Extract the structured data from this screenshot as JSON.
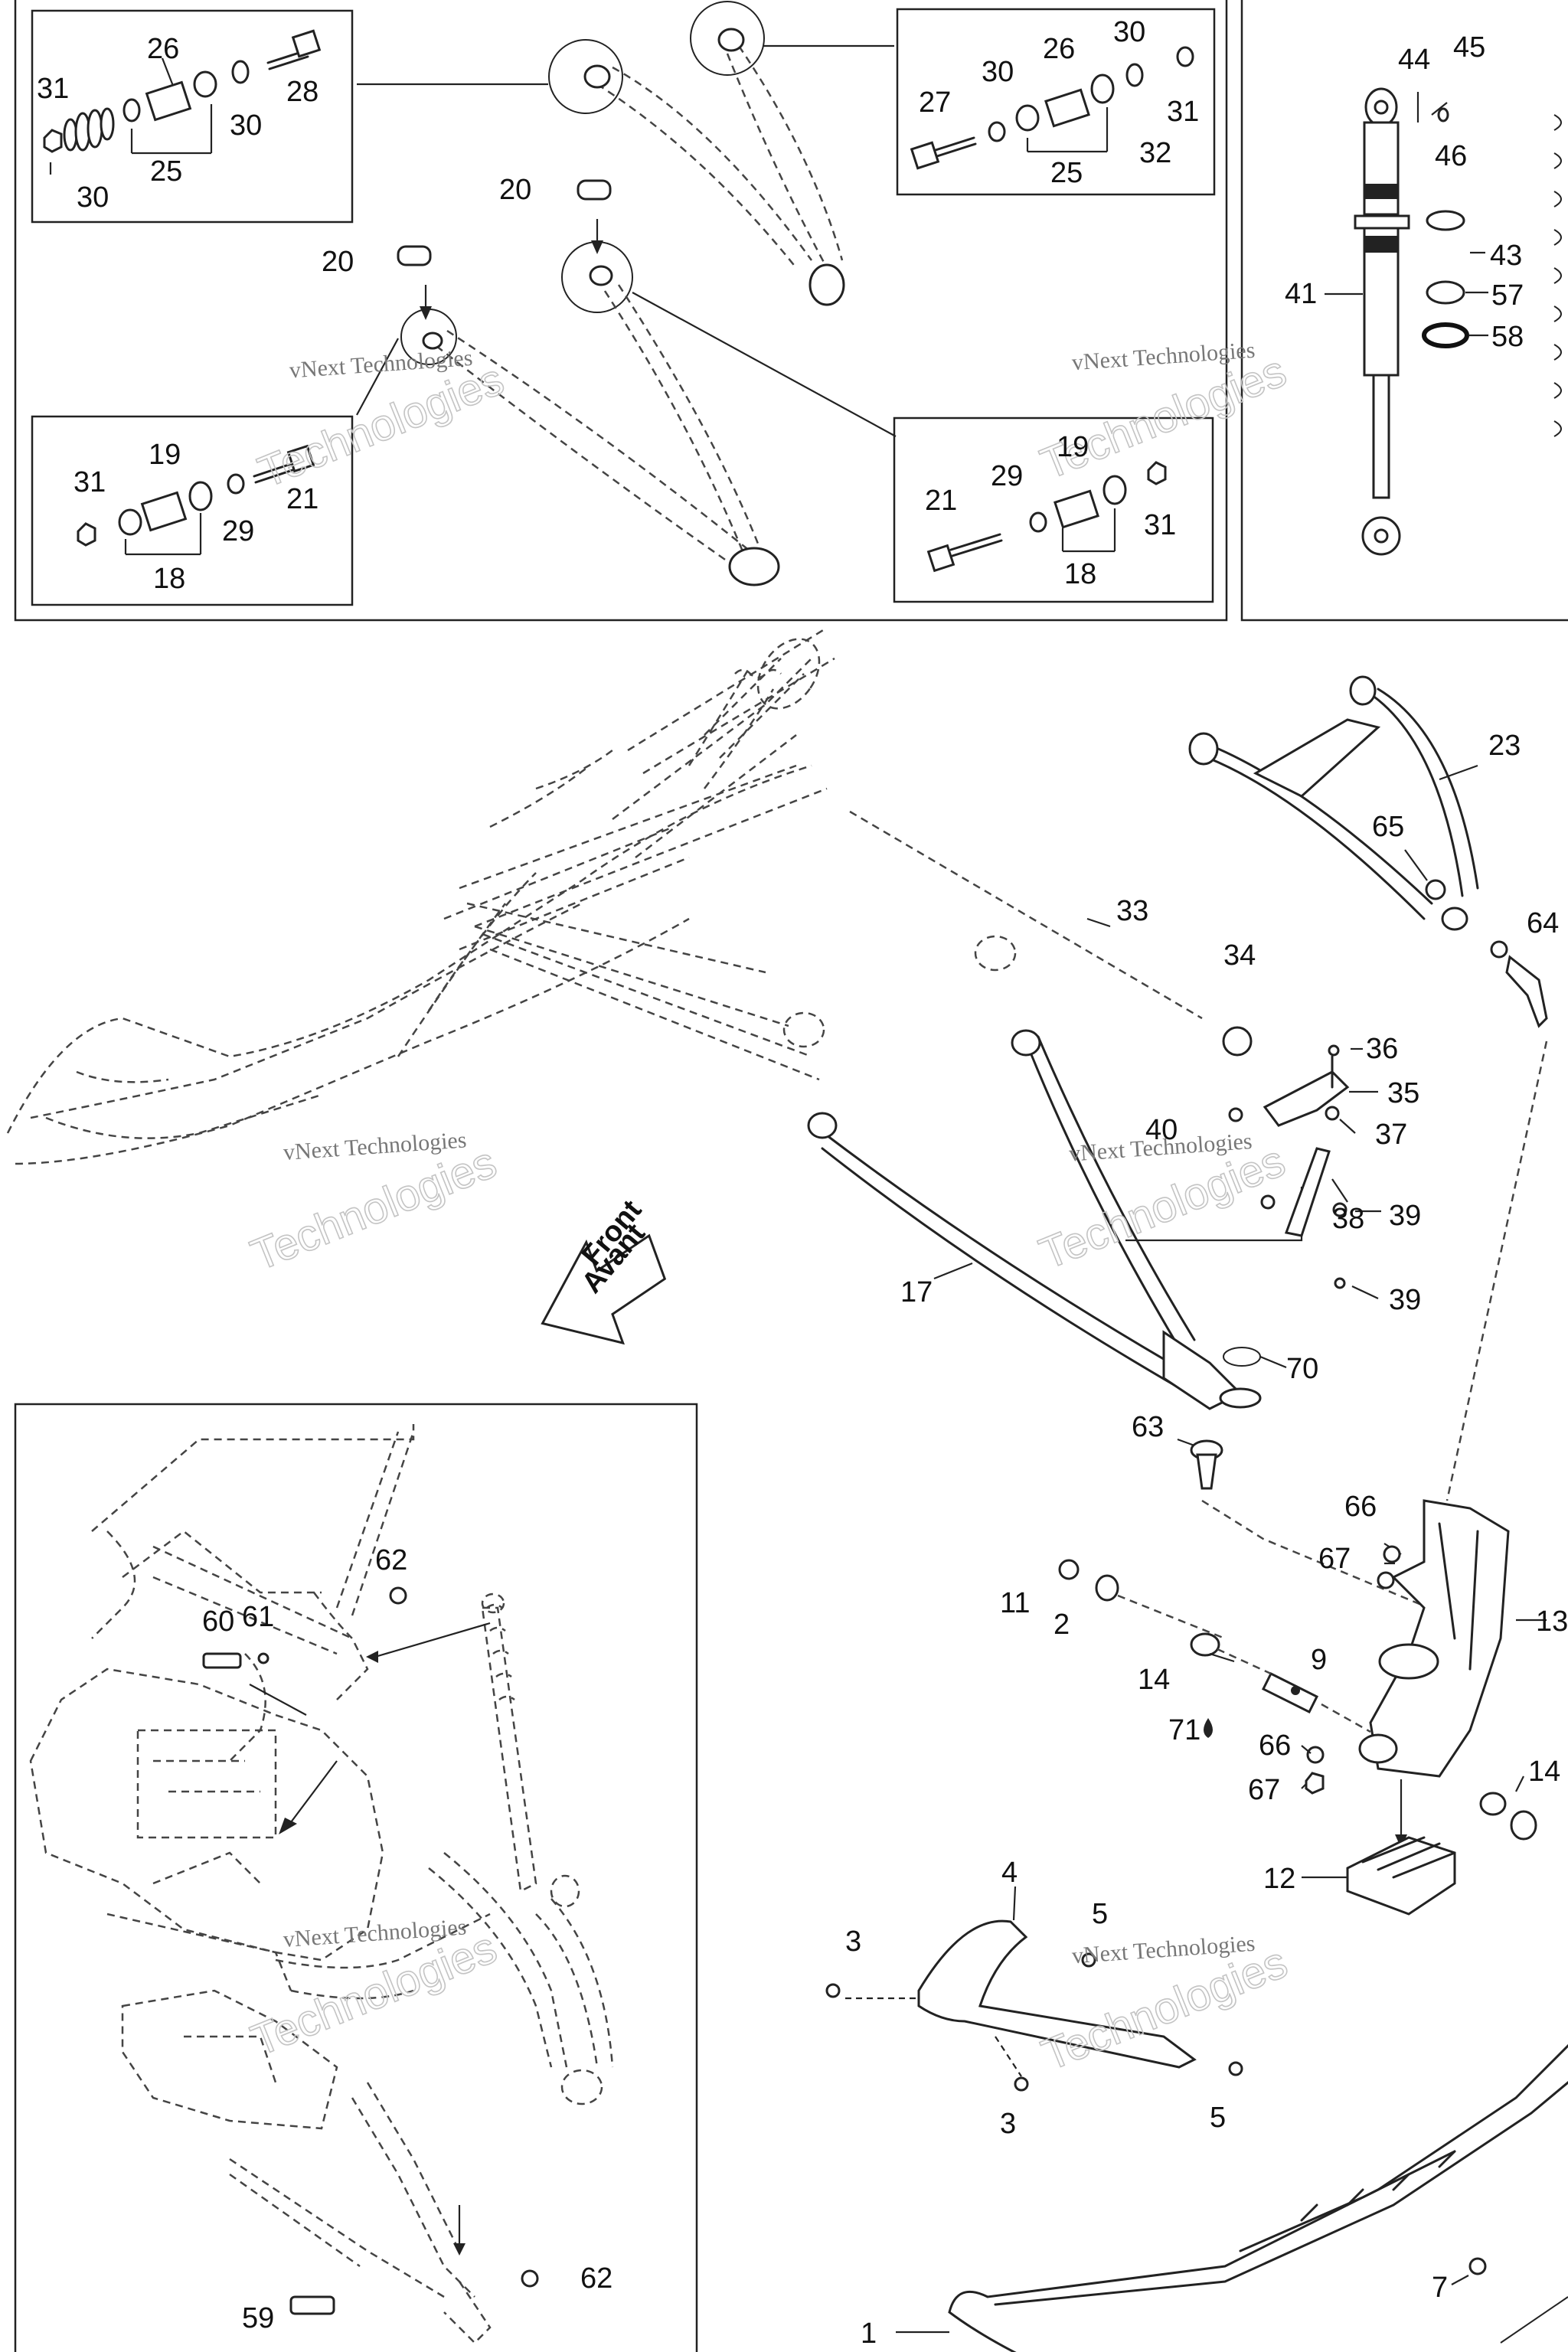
{
  "watermark": {
    "line1": "vNext Technologies",
    "line2": "Technologies"
  },
  "front_arrow": {
    "line1": "Front",
    "line2": "Avant"
  },
  "callouts": [
    {
      "id": "c31a",
      "text": "31"
    },
    {
      "id": "c26a",
      "text": "26"
    },
    {
      "id": "c28",
      "text": "28"
    },
    {
      "id": "c30a",
      "text": "30"
    },
    {
      "id": "c30b",
      "text": "30"
    },
    {
      "id": "c25a",
      "text": "25"
    },
    {
      "id": "c30c",
      "text": "30"
    },
    {
      "id": "c26b",
      "text": "26"
    },
    {
      "id": "c30d",
      "text": "30"
    },
    {
      "id": "c27",
      "text": "27"
    },
    {
      "id": "c31b",
      "text": "31"
    },
    {
      "id": "c32",
      "text": "32"
    },
    {
      "id": "c25b",
      "text": "25"
    },
    {
      "id": "c20a",
      "text": "20"
    },
    {
      "id": "c20b",
      "text": "20"
    },
    {
      "id": "c31c",
      "text": "31"
    },
    {
      "id": "c19a",
      "text": "19"
    },
    {
      "id": "c21a",
      "text": "21"
    },
    {
      "id": "c29a",
      "text": "29"
    },
    {
      "id": "c18a",
      "text": "18"
    },
    {
      "id": "c21b",
      "text": "21"
    },
    {
      "id": "c29b",
      "text": "29"
    },
    {
      "id": "c19b",
      "text": "19"
    },
    {
      "id": "c31d",
      "text": "31"
    },
    {
      "id": "c18b",
      "text": "18"
    },
    {
      "id": "c44",
      "text": "44"
    },
    {
      "id": "c45",
      "text": "45"
    },
    {
      "id": "c46",
      "text": "46"
    },
    {
      "id": "c43",
      "text": "43"
    },
    {
      "id": "c41",
      "text": "41"
    },
    {
      "id": "c57",
      "text": "57"
    },
    {
      "id": "c58",
      "text": "58"
    },
    {
      "id": "c23",
      "text": "23"
    },
    {
      "id": "c65",
      "text": "65"
    },
    {
      "id": "c64",
      "text": "64"
    },
    {
      "id": "c33",
      "text": "33"
    },
    {
      "id": "c34",
      "text": "34"
    },
    {
      "id": "c36",
      "text": "36"
    },
    {
      "id": "c35",
      "text": "35"
    },
    {
      "id": "c40",
      "text": "40"
    },
    {
      "id": "c37",
      "text": "37"
    },
    {
      "id": "c38",
      "text": "38"
    },
    {
      "id": "c39a",
      "text": "39"
    },
    {
      "id": "c39b",
      "text": "39"
    },
    {
      "id": "c17",
      "text": "17"
    },
    {
      "id": "c70",
      "text": "70"
    },
    {
      "id": "c63",
      "text": "63"
    },
    {
      "id": "c66a",
      "text": "66"
    },
    {
      "id": "c67a",
      "text": "67"
    },
    {
      "id": "c13",
      "text": "13"
    },
    {
      "id": "c11",
      "text": "11"
    },
    {
      "id": "c2",
      "text": "2"
    },
    {
      "id": "c14a",
      "text": "14"
    },
    {
      "id": "c9",
      "text": "9"
    },
    {
      "id": "c71",
      "text": "71"
    },
    {
      "id": "c66b",
      "text": "66"
    },
    {
      "id": "c67b",
      "text": "67"
    },
    {
      "id": "c14b",
      "text": "14"
    },
    {
      "id": "c12",
      "text": "12"
    },
    {
      "id": "c4",
      "text": "4"
    },
    {
      "id": "c5a",
      "text": "5"
    },
    {
      "id": "c3a",
      "text": "3"
    },
    {
      "id": "c3b",
      "text": "3"
    },
    {
      "id": "c5b",
      "text": "5"
    },
    {
      "id": "c1",
      "text": "1"
    },
    {
      "id": "c7",
      "text": "7"
    },
    {
      "id": "c62a",
      "text": "62"
    },
    {
      "id": "c60",
      "text": "60"
    },
    {
      "id": "c61",
      "text": "61"
    },
    {
      "id": "c59",
      "text": "59"
    },
    {
      "id": "c62b",
      "text": "62"
    }
  ]
}
